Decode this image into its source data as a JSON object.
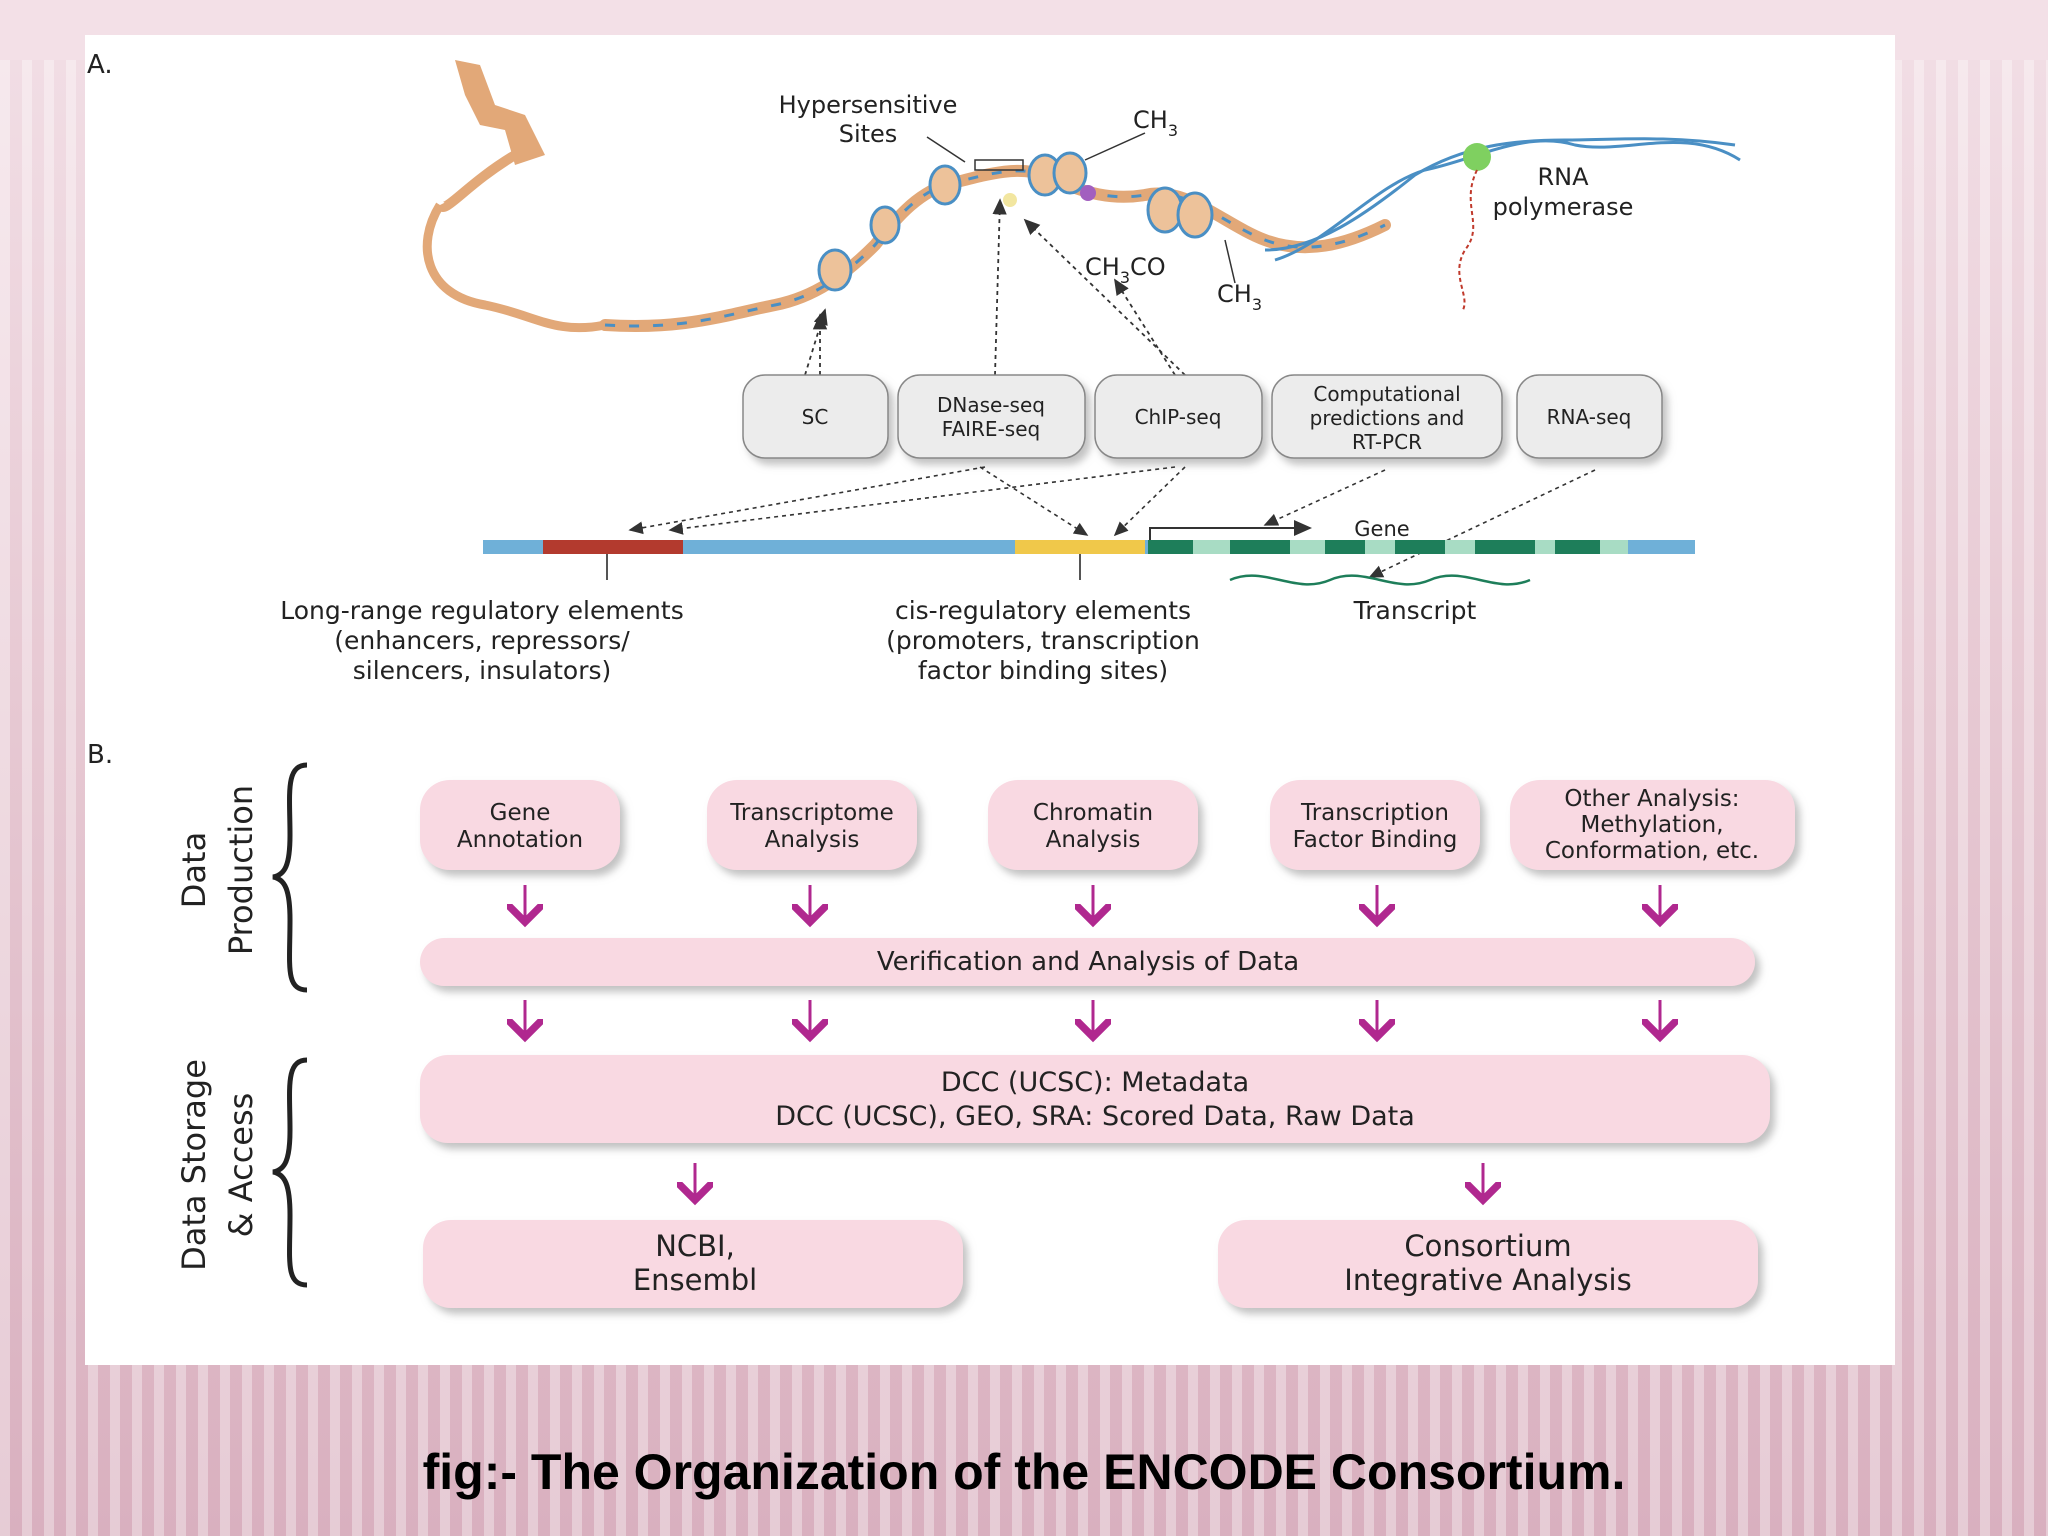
{
  "panel_a": {
    "label": "A.",
    "hypersensitive_sites": [
      "Hypersensitive",
      "Sites"
    ],
    "methyl_label_top": "CH",
    "methyl_sub_top": "3",
    "acetyl_label": "CH",
    "acetyl_sub": "3",
    "acetyl_suffix": "CO",
    "methyl_label_bottom": "CH",
    "methyl_sub_bottom": "3",
    "rna_polymerase": [
      "RNA",
      "polymerase"
    ],
    "assays": [
      {
        "lines": [
          "SC"
        ]
      },
      {
        "lines": [
          "DNase-seq",
          "FAIRE-seq"
        ]
      },
      {
        "lines": [
          "ChIP-seq"
        ]
      },
      {
        "lines": [
          "Computational",
          "predictions and",
          "RT-PCR"
        ]
      },
      {
        "lines": [
          "RNA-seq"
        ]
      }
    ],
    "gene_label": "Gene",
    "element_labels": {
      "long_range": [
        "Long-range regulatory elements",
        "(enhancers, repressors/",
        "silencers, insulators)"
      ],
      "cis": [
        "cis-regulatory elements",
        "(promoters, transcription",
        "factor binding sites)"
      ],
      "transcript": [
        "Transcript"
      ]
    }
  },
  "panel_b": {
    "label": "B.",
    "side_labels": {
      "data_production": [
        "Data",
        "Production"
      ],
      "data_storage": [
        "Data Storage",
        "& Access"
      ]
    },
    "production_boxes": [
      {
        "lines": [
          "Gene",
          "Annotation"
        ]
      },
      {
        "lines": [
          "Transcriptome",
          "Analysis"
        ]
      },
      {
        "lines": [
          "Chromatin",
          "Analysis"
        ]
      },
      {
        "lines": [
          "Transcription",
          "Factor Binding"
        ]
      },
      {
        "lines": [
          "Other Analysis:",
          "Methylation,",
          "Conformation, etc."
        ]
      }
    ],
    "verification": "Verification and Analysis of Data",
    "dcc": [
      "DCC (UCSC): Metadata",
      "DCC (UCSC), GEO, SRA: Scored Data, Raw Data"
    ],
    "ncbi": [
      "NCBI,",
      "Ensembl"
    ],
    "consortium": [
      "Consortium",
      "Integrative Analysis"
    ]
  },
  "caption": "fig:- The Organization of the ENCODE Consortium.",
  "colors": {
    "box_pink": "#f9d9e2",
    "arrow_magenta": "#b0288f",
    "dna_blue": "#6fb0d8",
    "longrange_red": "#b33a2e",
    "cis_yellow": "#f0c84a",
    "exon_green": "#1e7e5a",
    "chromatin_tan": "#e2a878",
    "polymerase_green": "#7fd060",
    "assay_box": "#ececec"
  }
}
